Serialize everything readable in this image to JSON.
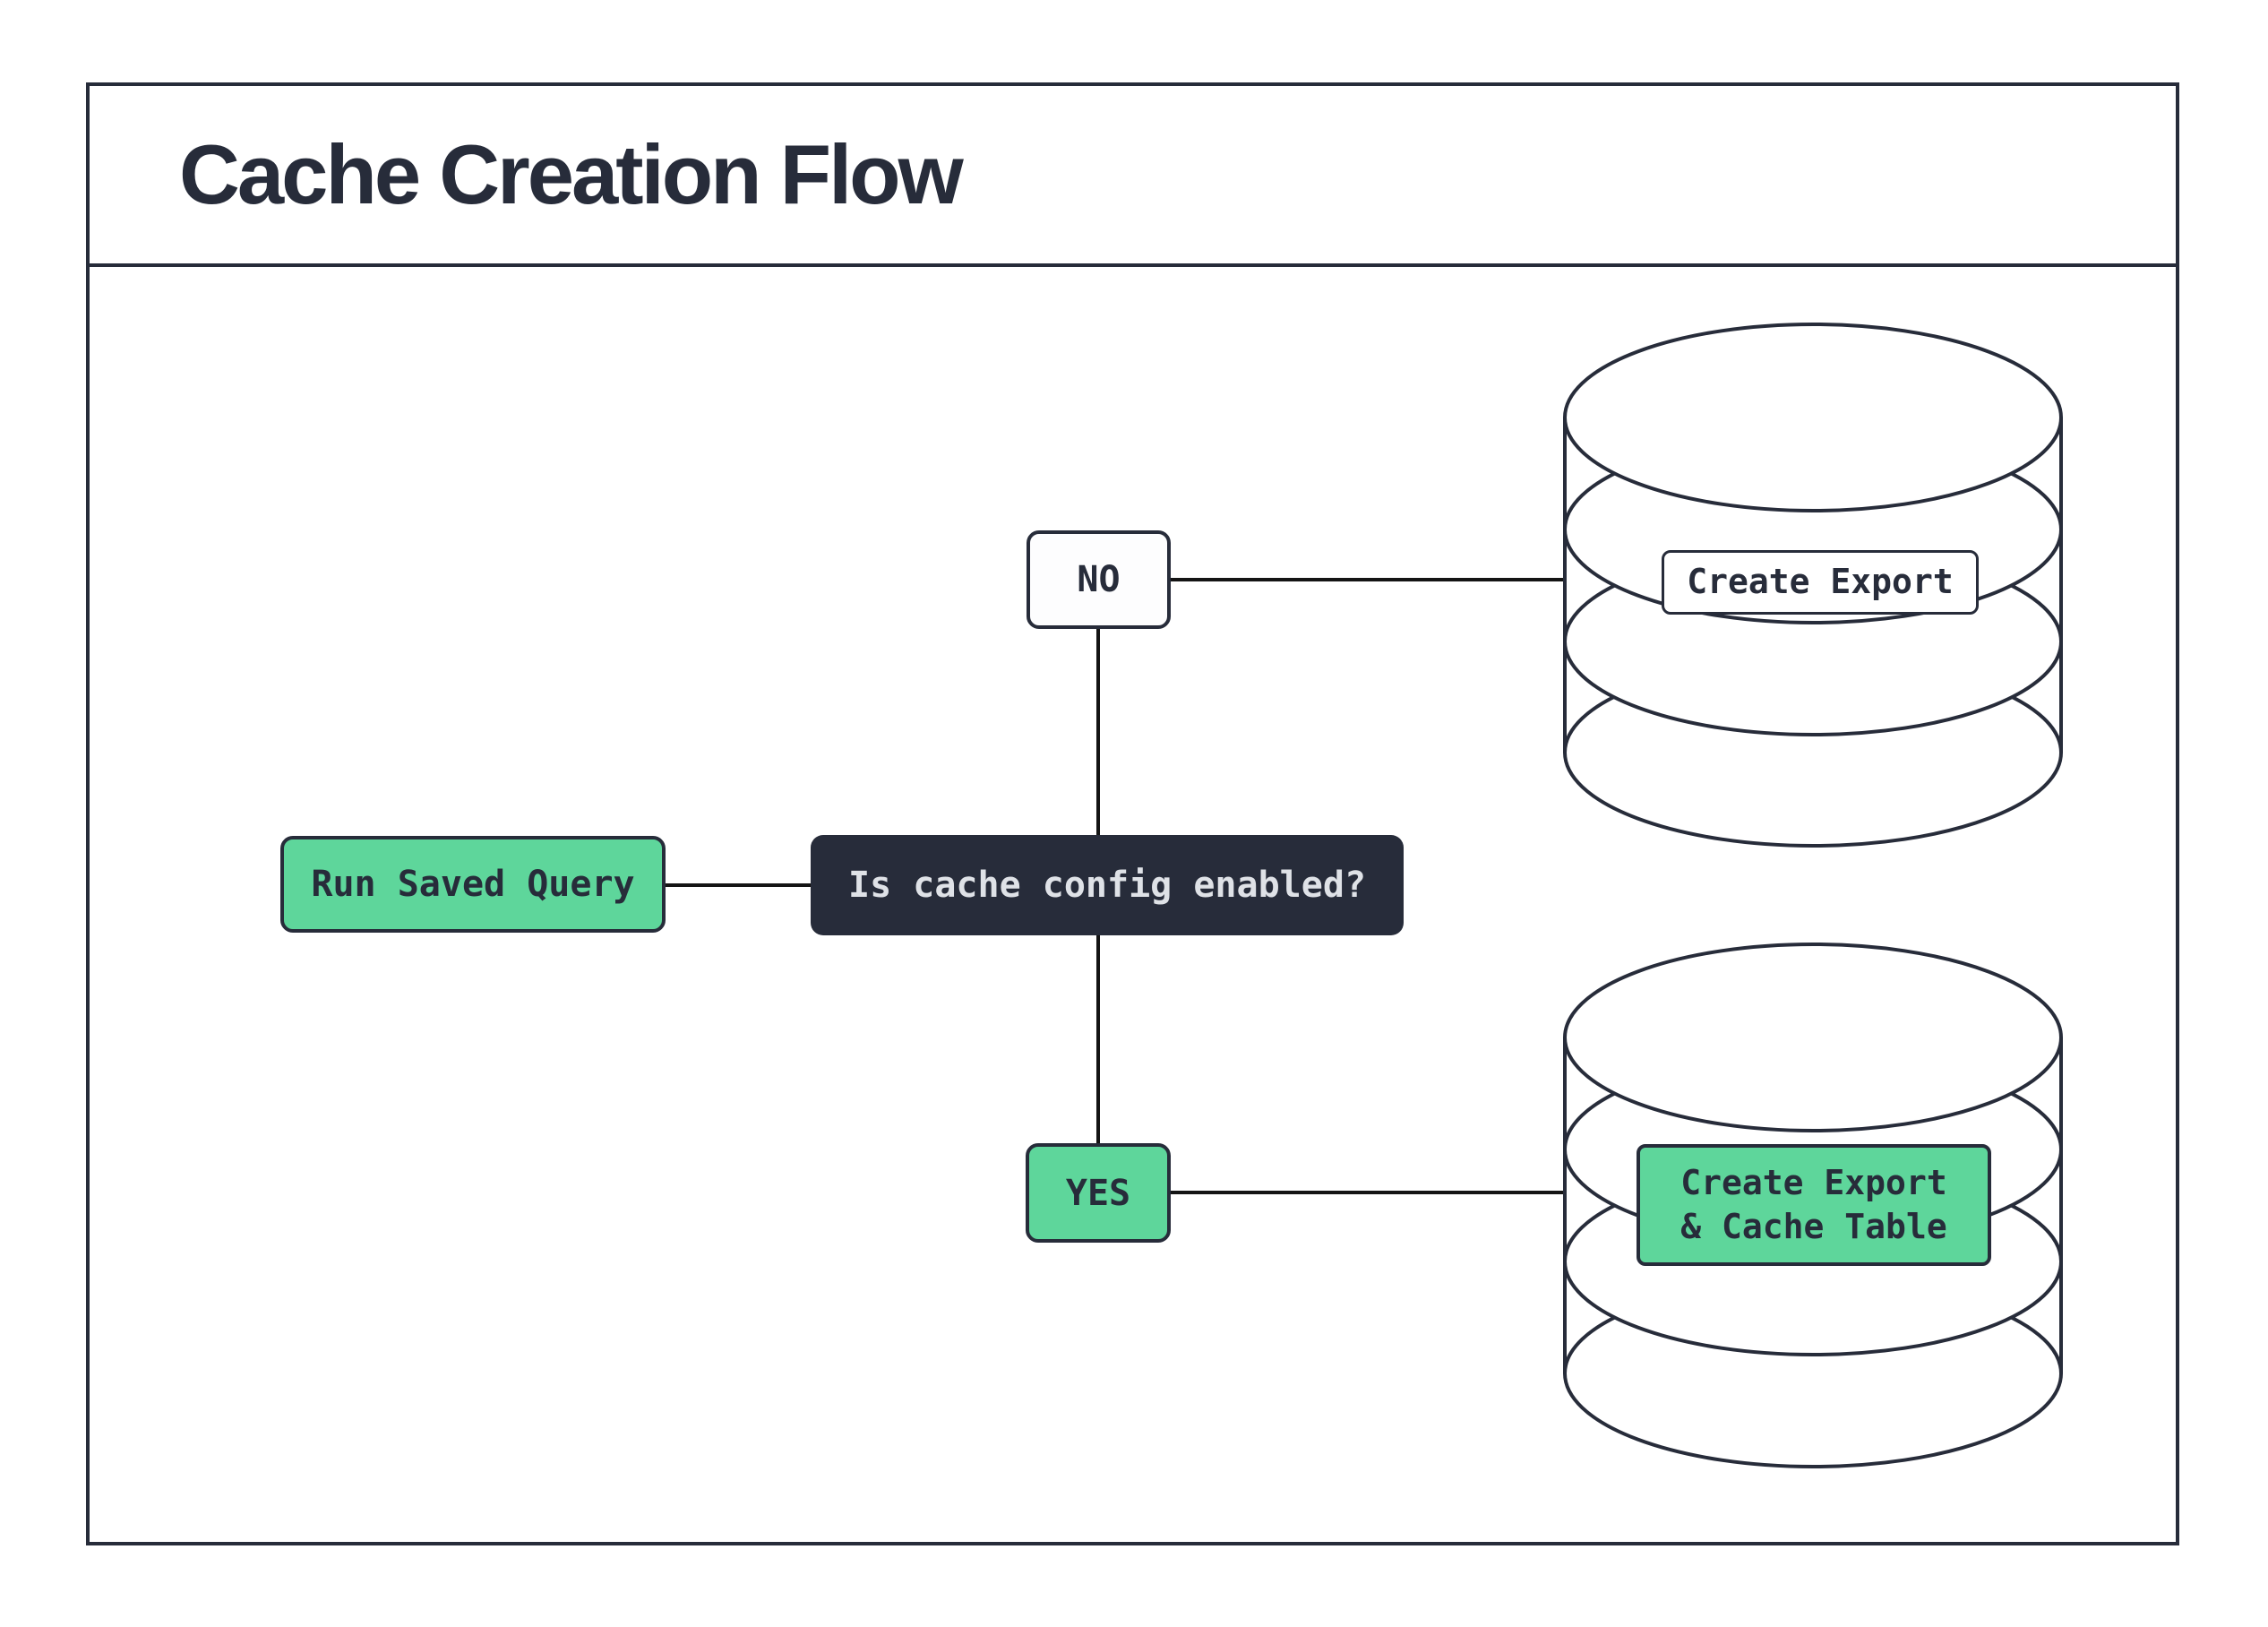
{
  "title": "Cache Creation Flow",
  "colors": {
    "ink": "#272c3a",
    "accent_green": "#5ed69b",
    "connector_line": "#141414",
    "decision_text": "#dfe2e7",
    "background": "#ffffff"
  },
  "nodes": {
    "run_saved_query": {
      "label": "Run Saved Query"
    },
    "decision": {
      "label": "Is cache config enabled?"
    },
    "no": {
      "label": "NO"
    },
    "yes": {
      "label": "YES"
    },
    "export_db": {
      "label": "Create Export"
    },
    "cache_db": {
      "line1": "Create Export",
      "line2": "& Cache Table"
    }
  }
}
